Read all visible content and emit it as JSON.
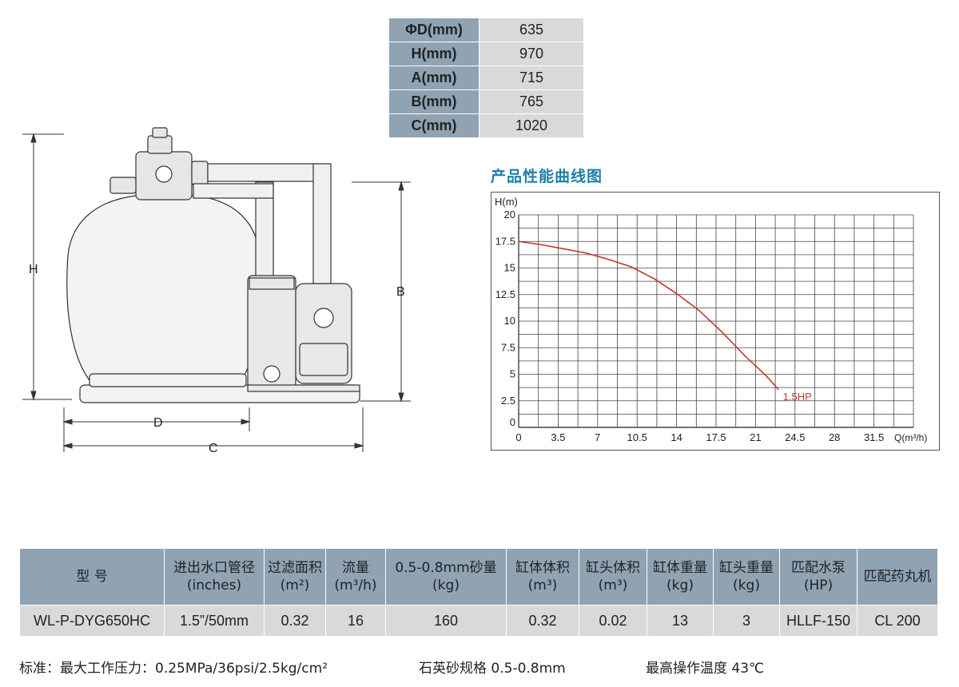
{
  "dimensions": [
    {
      "key": "ΦD(mm)",
      "value": "635"
    },
    {
      "key": "H(mm)",
      "value": "970"
    },
    {
      "key": "A(mm)",
      "value": "715"
    },
    {
      "key": "B(mm)",
      "value": "765"
    },
    {
      "key": "C(mm)",
      "value": "1020"
    }
  ],
  "diagram_labels": {
    "h": "H",
    "b": "B",
    "d": "D",
    "c": "C"
  },
  "chart_title": "产品性能曲线图",
  "chart_data": {
    "type": "line",
    "ylabel_prefix": "H(m)",
    "xlabel": "Q(m³/h)",
    "xlim": [
      0,
      35
    ],
    "ylim": [
      0,
      20
    ],
    "x_ticks": [
      "0",
      "3.5",
      "7",
      "10.5",
      "14",
      "17.5",
      "21",
      "24.5",
      "28",
      "31.5"
    ],
    "y_ticks": [
      "0",
      "2.5",
      "5",
      "7.5",
      "10",
      "12.5",
      "15",
      "17.5",
      "20"
    ],
    "grid": true,
    "series": [
      {
        "name": "1.5HP",
        "color": "#c0392b",
        "x": [
          0,
          2,
          4,
          6,
          8,
          10,
          12,
          14,
          16,
          18,
          20,
          22,
          23
        ],
        "y": [
          17.5,
          17.2,
          16.8,
          16.4,
          15.8,
          15.1,
          14.0,
          12.6,
          11.0,
          9.0,
          6.8,
          4.8,
          3.6
        ]
      }
    ]
  },
  "spec_table": {
    "headers": [
      {
        "line1": "型  号",
        "line2": ""
      },
      {
        "line1": "进出水口管径",
        "line2": "(inches)"
      },
      {
        "line1": "过滤面积",
        "line2": "(m²)"
      },
      {
        "line1": "流量",
        "line2": "(m³/h)"
      },
      {
        "line1": "0.5-0.8mm砂量",
        "line2": "(kg)"
      },
      {
        "line1": "缸体体积",
        "line2": "(m³)"
      },
      {
        "line1": "缸头体积",
        "line2": "(m³)"
      },
      {
        "line1": "缸体重量",
        "line2": "(kg)"
      },
      {
        "line1": "缸头重量",
        "line2": "(kg)"
      },
      {
        "line1": "匹配水泵",
        "line2": "(HP)"
      },
      {
        "line1": "匹配药丸机",
        "line2": ""
      }
    ],
    "row": [
      "WL-P-DYG650HC",
      "1.5”/50mm",
      "0.32",
      "16",
      "160",
      "0.32",
      "0.02",
      "13",
      "3",
      "HLLF-150",
      "CL 200"
    ]
  },
  "footer": {
    "standard": "标准：最大工作压力：0.25MPa/36psi/2.5kg/cm²",
    "sand": "石英砂规格 0.5-0.8mm",
    "temp": "最高操作温度 43℃"
  }
}
